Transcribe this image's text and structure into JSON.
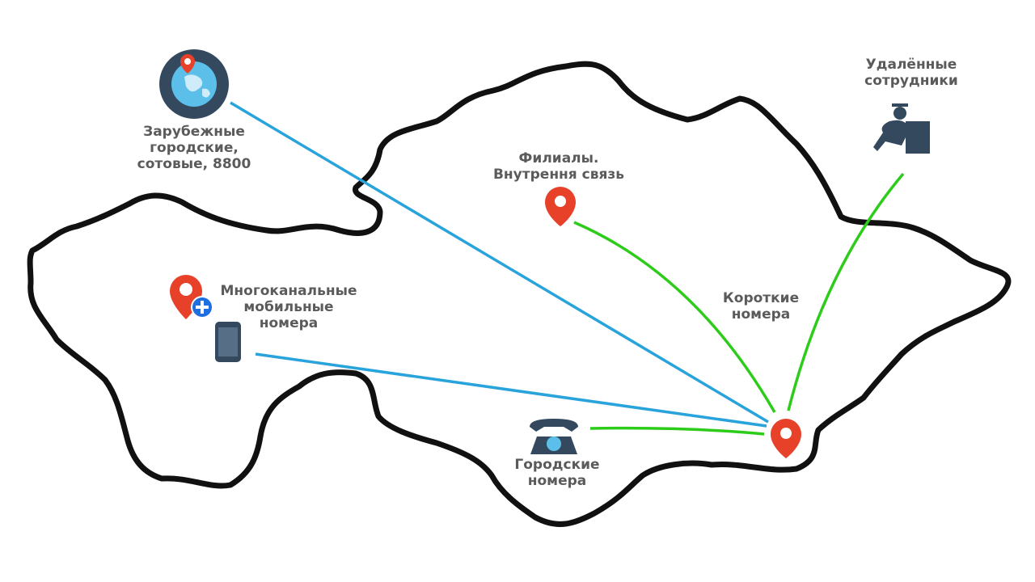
{
  "colors": {
    "outline": "#111111",
    "blue_line": "#29a3dc",
    "green_line": "#2ecc1a",
    "pin": "#e8412a",
    "dark_icon": "#34495e",
    "globe": "#5bbfea",
    "text": "#5b5b5b"
  },
  "labels": {
    "foreign": [
      "Зарубежные",
      "городские,",
      "сотовые, 8800"
    ],
    "branches": [
      "Филиалы.",
      "Внутрення связь"
    ],
    "remote": [
      "Удалённые",
      "сотрудники"
    ],
    "multichannel": [
      "Многоканальные",
      "мобильные",
      "номера"
    ],
    "short": [
      "Короткие",
      "номера"
    ],
    "city": [
      "Городские",
      "номера"
    ]
  }
}
